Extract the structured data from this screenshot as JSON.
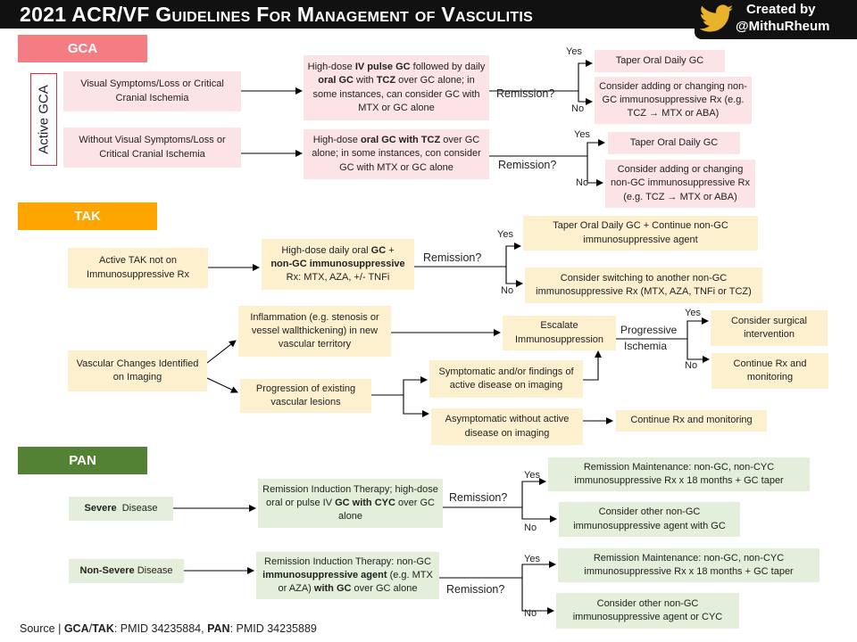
{
  "header": {
    "title": "2021 ACR/VF Guidelines For Management of Vasculitis",
    "credit_line1": "Created by",
    "credit_line2": "@MithuRheum"
  },
  "colors": {
    "gca": "#f47c83",
    "tak": "#ffa500",
    "pan": "#548235",
    "pink_box": "#fbe3e6",
    "cream_box": "#fcf0cf",
    "green_box": "#e4efdb"
  },
  "icons": {
    "twitter": "twitter-bird-icon",
    "arrow": "right-arrow-icon"
  },
  "gca": {
    "label": "GCA",
    "side_label": "Active GCA",
    "visual": "Visual Symptoms/Loss  or Critical Cranial Ischemia",
    "without_visual": "Without Visual Symptoms/Loss or Critical Cranial Ischemia",
    "remission": "Remission?",
    "yes": "Yes",
    "no": "No",
    "taper": "Taper Oral Daily GC",
    "consider_a": "Consider adding or changing non-GC immunosuppressive Rx (e.g. TCZ",
    "consider_b": "MTX or ABA)"
  },
  "tak": {
    "label": "TAK",
    "active": "Active TAK not on Immunosuppressive  Rx",
    "remission": "Remission?",
    "yes": "Yes",
    "no": "No",
    "taper_continue": "Taper Oral Daily GC + Continue non-GC immunosuppressive agent",
    "consider_switch": "Consider switching to another non-GC immunosuppressive Rx (MTX, AZA, TNFi or TCZ)",
    "vascular": "Vascular Changes Identified on Imaging",
    "inflammation": "Inflammation (e.g. stenosis or vessel wallthickening) in new vascular territory",
    "progression": "Progression of existing vascular lesions",
    "symptomatic": "Symptomatic and/or findings of active disease on imaging",
    "asymptomatic": "Asymptomatic without active disease on imaging",
    "escalate": "Escalate Immunosuppression",
    "progressive_1": "Progressive",
    "progressive_2": "Ischemia",
    "surgical": "Consider surgical intervention",
    "continue_monitoring": "Continue Rx and monitoring",
    "continue_monitoring_alt": "Continue Rx and monitoring"
  },
  "pan": {
    "label": "PAN",
    "severe_bold": "Severe",
    "severe_rest": "Disease",
    "nonsevere_bold": "Non-Severe",
    "nonsevere_rest": "Disease",
    "remission": "Remission?",
    "yes": "Yes",
    "no": "No",
    "maintenance": "Remission Maintenance: non-GC, non-CYC immunosuppressive Rx x 18 months + GC taper",
    "consider_other_1": "Consider other non-GC immunosuppressive agent with GC",
    "consider_other_2": "Consider other non-GC immunosuppressive agent or CYC"
  },
  "source": {
    "prefix": "Source  |",
    "gca_tak_label": "GCA",
    "slash": "/",
    "tak_label": "TAK",
    "gca_tak_pmid": ": PMID 34235884,",
    "pan_label": "PAN",
    "pan_pmid": ": PMID 34235889"
  }
}
